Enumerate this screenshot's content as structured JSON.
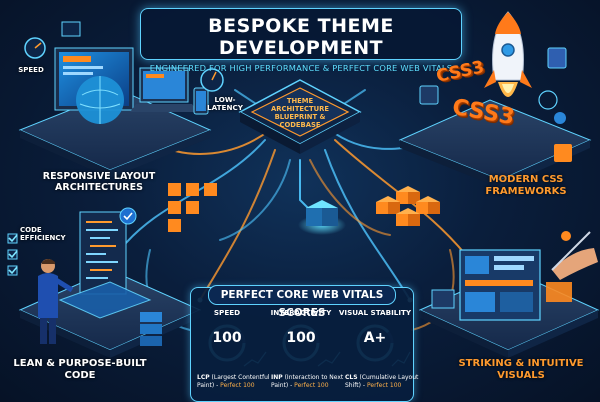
{
  "header": {
    "title": "BESPOKE THEME DEVELOPMENT",
    "subtitle": "ENGINEERED FOR HIGH PERFORMANCE & PERFECT CORE WEB VITALS"
  },
  "center": {
    "cpu_label": "THEME ARCHITECTURE BLUEPRINT & CODEBASE"
  },
  "labels": {
    "speed": "SPEED",
    "low_latency": "LOW-LATENCY",
    "responsive": "RESPONSIVE LAYOUT ARCHITECTURES",
    "modern_css": "MODERN CSS FRAMEWORKS",
    "code_efficiency": "CODE EFFICIENCY",
    "lean_code": "LEAN & PURPOSE-BUILT CODE",
    "striking_visuals": "STRIKING & INTUITIVE VISUALS",
    "css3_a": "CSS3",
    "css3_b": "CSS3"
  },
  "vitals": {
    "title": "PERFECT CORE WEB VITALS SCORES",
    "metrics": [
      {
        "heading": "SPEED",
        "score": "100",
        "abbr": "LCP",
        "desc": "(Largest Contentful Paint) - ",
        "result": "Perfect 100"
      },
      {
        "heading": "INTERACTIVITY",
        "score": "100",
        "abbr": "INP",
        "desc": "(Interaction to Next Paint) - ",
        "result": "Perfect 100"
      },
      {
        "heading": "VISUAL STABILITY",
        "score": "A+",
        "abbr": "CLS",
        "desc": "(Cumulative Layout Shift) - ",
        "result": "Perfect 100"
      }
    ]
  },
  "colors": {
    "accent_cyan": "#5fd3ff",
    "accent_orange": "#ff8a1f",
    "background": "#0a1e3c"
  }
}
